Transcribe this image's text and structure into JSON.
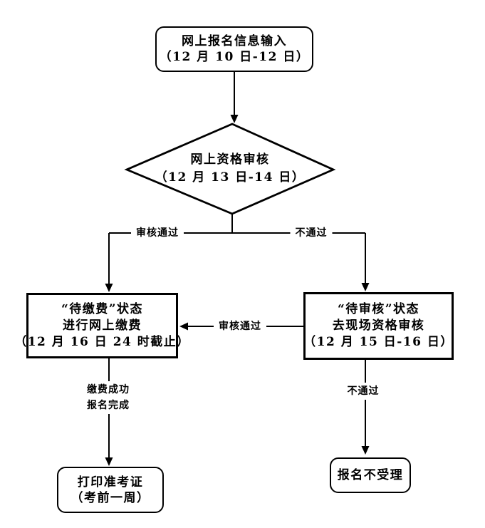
{
  "flowchart": {
    "colors": {
      "background": "#ffffff",
      "line": "#000000",
      "text": "#000000"
    },
    "nodes": {
      "start": {
        "shape": "rounded-rect",
        "lines": [
          "网上报名信息输入",
          "（12 月 10 日-12 日）"
        ]
      },
      "decision": {
        "shape": "diamond",
        "lines": [
          "网上资格审核",
          "（12 月 13 日-14 日）"
        ]
      },
      "payment": {
        "shape": "rect",
        "lines": [
          "“待缴费”状态",
          "进行网上缴费",
          "（12 月 16 日 24 时截止）"
        ]
      },
      "onsite": {
        "shape": "rect",
        "lines": [
          "“待审核”状态",
          "去现场资格审核",
          "（12 月 15 日-16 日）"
        ]
      },
      "print": {
        "shape": "rounded-rect",
        "lines": [
          "打印准考证",
          "（考前一周）"
        ]
      },
      "rejected": {
        "shape": "rounded-rect",
        "lines": [
          "报名不受理"
        ]
      }
    },
    "edge_labels": {
      "decision_pass": "审核通过",
      "decision_fail": "不通过",
      "onsite_pass": "审核通过",
      "payment_success": [
        "缴费成功",
        "报名完成"
      ],
      "onsite_fail": "不通过"
    }
  }
}
